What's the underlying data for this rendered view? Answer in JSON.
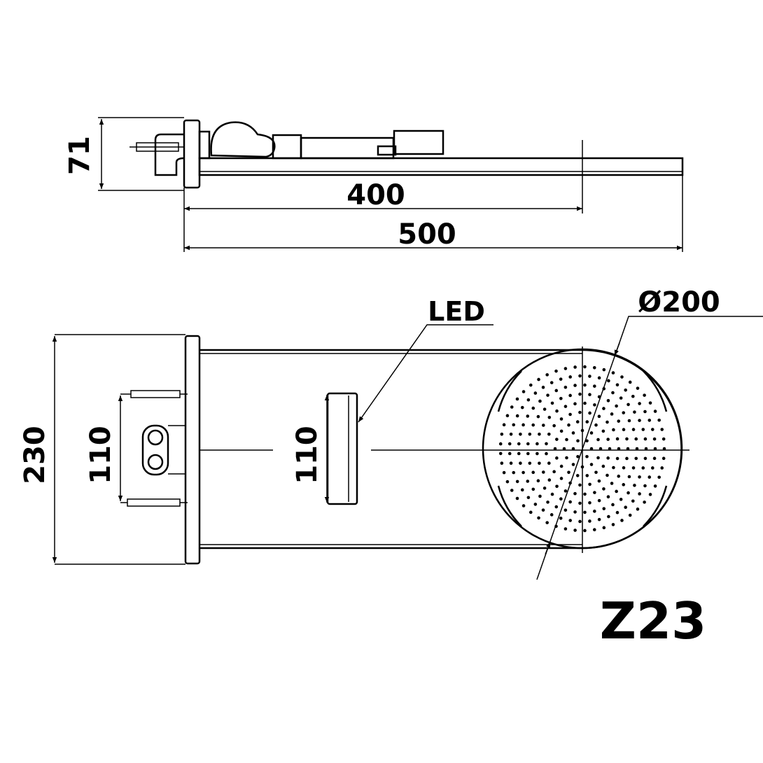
{
  "dimensions": {
    "height_side": "71",
    "length_arm": "400",
    "length_total": "500",
    "width_plate": "230",
    "mount_spacing": "110",
    "led_length": "110",
    "head_diameter": "Ø200"
  },
  "labels": {
    "led": "LED",
    "model": "Z23"
  },
  "colors": {
    "line": "#000000",
    "background": "#ffffff"
  }
}
